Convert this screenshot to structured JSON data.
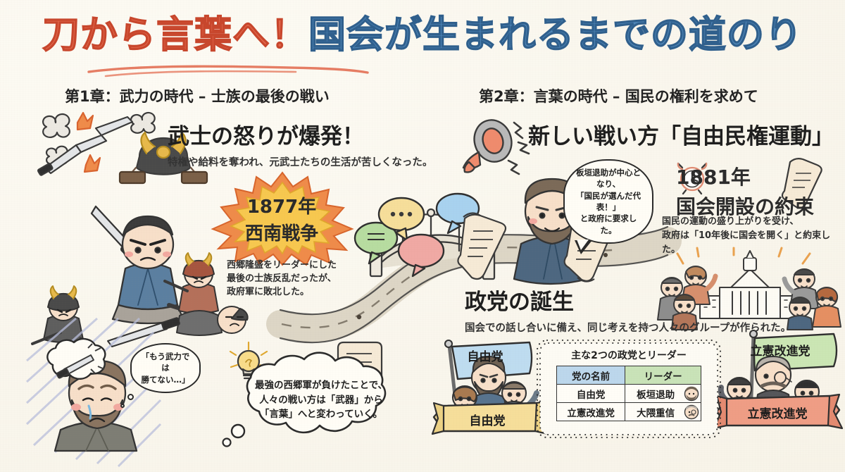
{
  "title": {
    "part_red": "刀から言葉へ！",
    "part_blue": "国会が生まれるまでの道のり"
  },
  "colors": {
    "background": "#fbf8ef",
    "title_red": "#e2664a",
    "title_blue": "#4e86b8",
    "chapter1_brush": "#92c0e4",
    "chapter2_brush": "#9ece92",
    "highlight_yellow": "#f7d994",
    "burst_orange": "#f08a4b",
    "burst_yellow": "#f7c84f",
    "table_header_blue": "#bcd7ec",
    "table_header_green": "#c9e3b8",
    "ribbon_yellow": "#f6de9a",
    "ribbon_salmon": "#ef9d85",
    "flag_blue": "#bedcf0",
    "flag_green": "#cbe6b4"
  },
  "chapter1": {
    "label": "第1章：武力の時代 – 士族の最後の戦い",
    "heading": "武士の怒りが爆発！",
    "caption": "特権や給料を奪われ、元武士たちの生活が苦しくなった。",
    "burst": {
      "year": "1877年",
      "name": "西南戦争",
      "caption_lines": [
        "西郷隆盛をリーダーにした",
        "最後の士族反乱だったが、",
        "政府軍に敗北した。"
      ]
    },
    "saigo_bubble_lines": [
      "「もう武力では",
      "勝てない…」"
    ],
    "cloud_lines": [
      "最強の西郷軍が負けたことで、",
      "人々の戦い方は「武器」から",
      "「言葉」へと変わっていく。"
    ]
  },
  "chapter2": {
    "label": "第2章：言葉の時代 – 国民の権利を求めて",
    "heading": "新しい戦い方「自由民権運動」",
    "itagaki_bubble_lines": [
      "板垣退助が中心となり、",
      "「国民が選んだ代表！」",
      "と政府に要求した。"
    ],
    "promise": {
      "year": "1881年",
      "name": "国会開設の約束",
      "caption_lines": [
        "国民の運動の盛り上がりを受け、",
        "政府は「10年後に国会を開く」と約束した。"
      ]
    },
    "parties_section": {
      "heading": "政党の誕生",
      "caption": "国会での話し合いに備え、同じ考えを持つ人々のグループが作られた。"
    },
    "flags": {
      "jiyu_flag": "自由党",
      "jiyu_ribbon": "自由党",
      "rikken_flag": "立憲改進党",
      "rikken_ribbon": "立憲改進党"
    },
    "table": {
      "title": "主な2つの政党とリーダー",
      "headers": [
        "党の名前",
        "リーダー"
      ],
      "rows": [
        {
          "party": "自由党",
          "leader": "板垣退助"
        },
        {
          "party": "立憲改進党",
          "leader": "大隈重信"
        }
      ]
    }
  }
}
